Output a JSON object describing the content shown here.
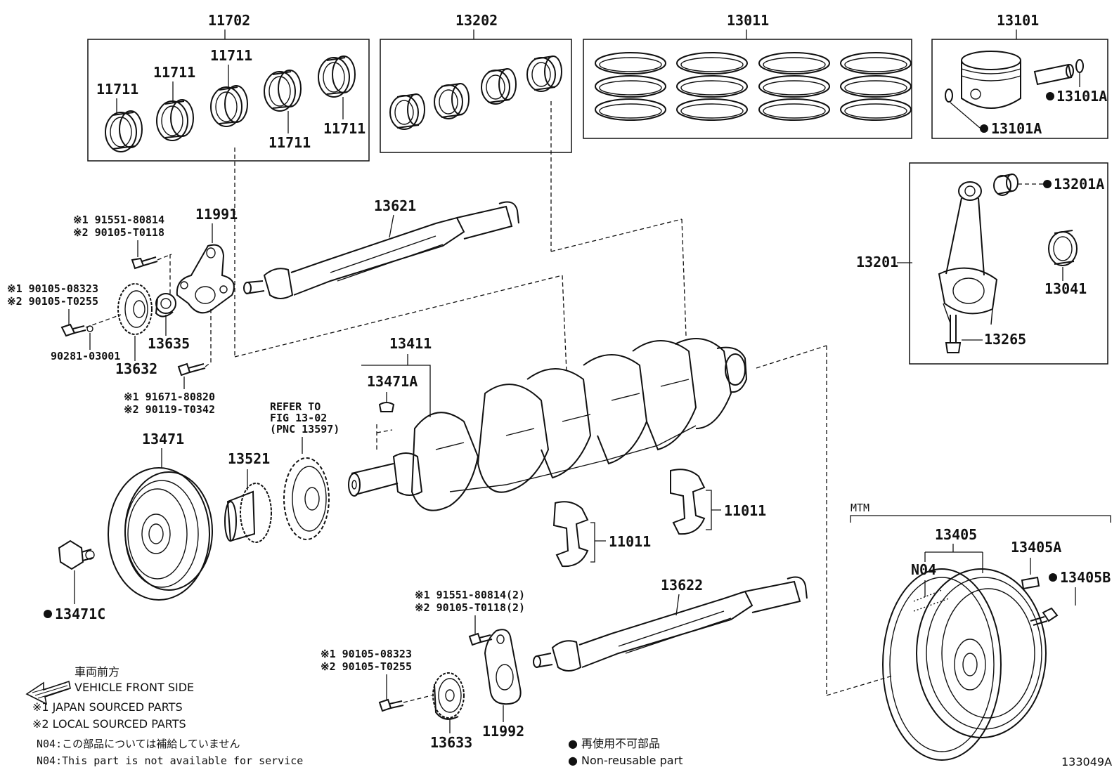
{
  "groups": {
    "g11702": "11702",
    "g13202": "13202",
    "g13011": "13011",
    "g13101": "13101"
  },
  "bearing_11711_labels": [
    "11711",
    "11711",
    "11711",
    "11711",
    "11711"
  ],
  "labels": {
    "p13101A_top": "13101A",
    "p13101A_bottom": "13101A",
    "p13201A": "13201A",
    "p13201": "13201",
    "p13041": "13041",
    "p13265": "13265",
    "p13621": "13621",
    "p11991": "11991",
    "p13635": "13635",
    "p13632": "13632",
    "p90281": "90281-03001",
    "p13411": "13411",
    "p13471A": "13471A",
    "p13471": "13471",
    "p13521": "13521",
    "p13471C": "13471C",
    "p11011_left": "11011",
    "p11011_right": "11011",
    "p13622": "13622",
    "p13633": "13633",
    "p11992": "11992",
    "p13405": "13405",
    "p13405A": "13405A",
    "p13405B": "13405B",
    "pN04": "N04",
    "mtm": "MTM",
    "figure_id": "133049A"
  },
  "bolts": {
    "b1_line1": "※1 91551-80814",
    "b1_line2": "※2 90105-T0118",
    "b2_line1": "※1 90105-08323",
    "b2_line2": "※2 90105-T0255",
    "b3_line1": "※1 91671-80820",
    "b3_line2": "※2 90119-T0342",
    "b4_line1": "※1 91551-80814(2)",
    "b4_line2": "※2 90105-T0118(2)",
    "b5_line1": "※1 90105-08323",
    "b5_line2": "※2 90105-T0255"
  },
  "refer": {
    "line1": "REFER TO",
    "line2": "FIG 13-02",
    "line3": "(PNC 13597)"
  },
  "legend": {
    "front_jp": "車両前方",
    "front_en": "VEHICLE FRONT SIDE",
    "japan_sourced": "※1 JAPAN SOURCED PARTS",
    "local_sourced": "※2 LOCAL SOURCED PARTS",
    "n04_jp": "N04:この部品については補給していません",
    "n04_en": "N04:This part is not available for service",
    "nonreuse_jp": "● 再使用不可部品",
    "nonreuse_en": "● Non-reusable part"
  },
  "colors": {
    "ink": "#111111",
    "background": "#ffffff"
  }
}
